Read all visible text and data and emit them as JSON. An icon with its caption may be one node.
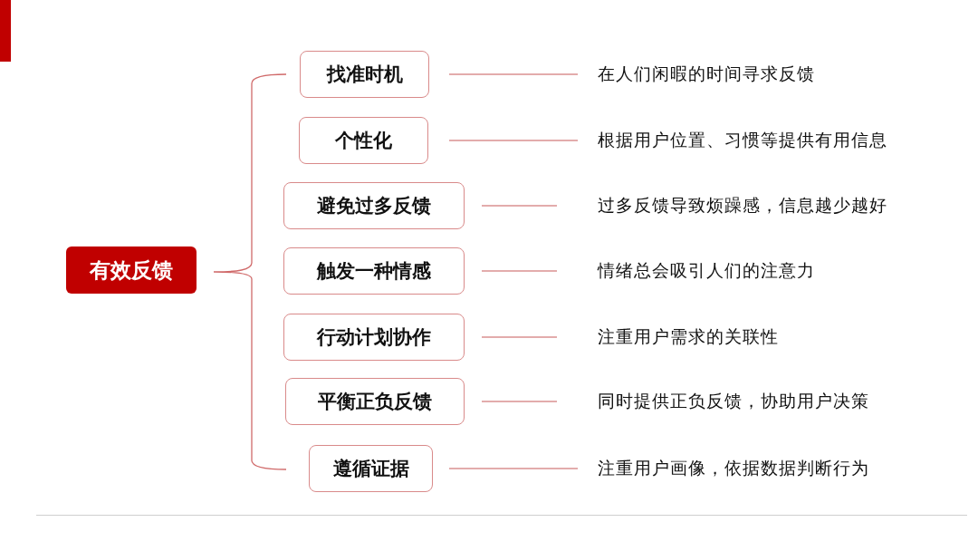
{
  "diagram": {
    "nodes": [
      {
        "text": [
          "有效反馈"
        ]
      },
      {
        "text": [
          "找准时机"
        ]
      },
      {
        "text": [
          "个性化"
        ]
      },
      {
        "text": [
          "避免过多反馈"
        ]
      },
      {
        "text": [
          "触发一种情感"
        ]
      },
      {
        "text": [
          "行动计划协作"
        ]
      },
      {
        "text": [
          "平衡正负反馈"
        ]
      },
      {
        "text": [
          "遵循证据"
        ]
      },
      {
        "text": [
          "在人们闲暇的时间寻求反馈"
        ]
      },
      {
        "text": [
          "根据用户位置、习惯等提供有用信息"
        ]
      },
      {
        "text": [
          "过多反馈导致烦躁感，信息越少越好"
        ]
      },
      {
        "text": [
          "情绪总会吸引人们的注意力"
        ]
      },
      {
        "text": [
          "注重用户需求的关联性"
        ]
      },
      {
        "text": [
          "同时提供正负反馈，协助用户决策"
        ]
      },
      {
        "text": [
          "注重用户画像，依据数据判断行为"
        ]
      }
    ],
    "edges": [
      {
        "from": 1,
        "to": 8,
        "arrow": "none"
      },
      {
        "from": 2,
        "to": 9,
        "arrow": "none"
      },
      {
        "from": 3,
        "to": 10,
        "arrow": "none"
      },
      {
        "from": 4,
        "to": 11,
        "arrow": "none"
      },
      {
        "from": 5,
        "to": 12,
        "arrow": "none"
      },
      {
        "from": 6,
        "to": 13,
        "arrow": "none"
      },
      {
        "from": 7,
        "to": 14,
        "arrow": "none"
      }
    ]
  }
}
